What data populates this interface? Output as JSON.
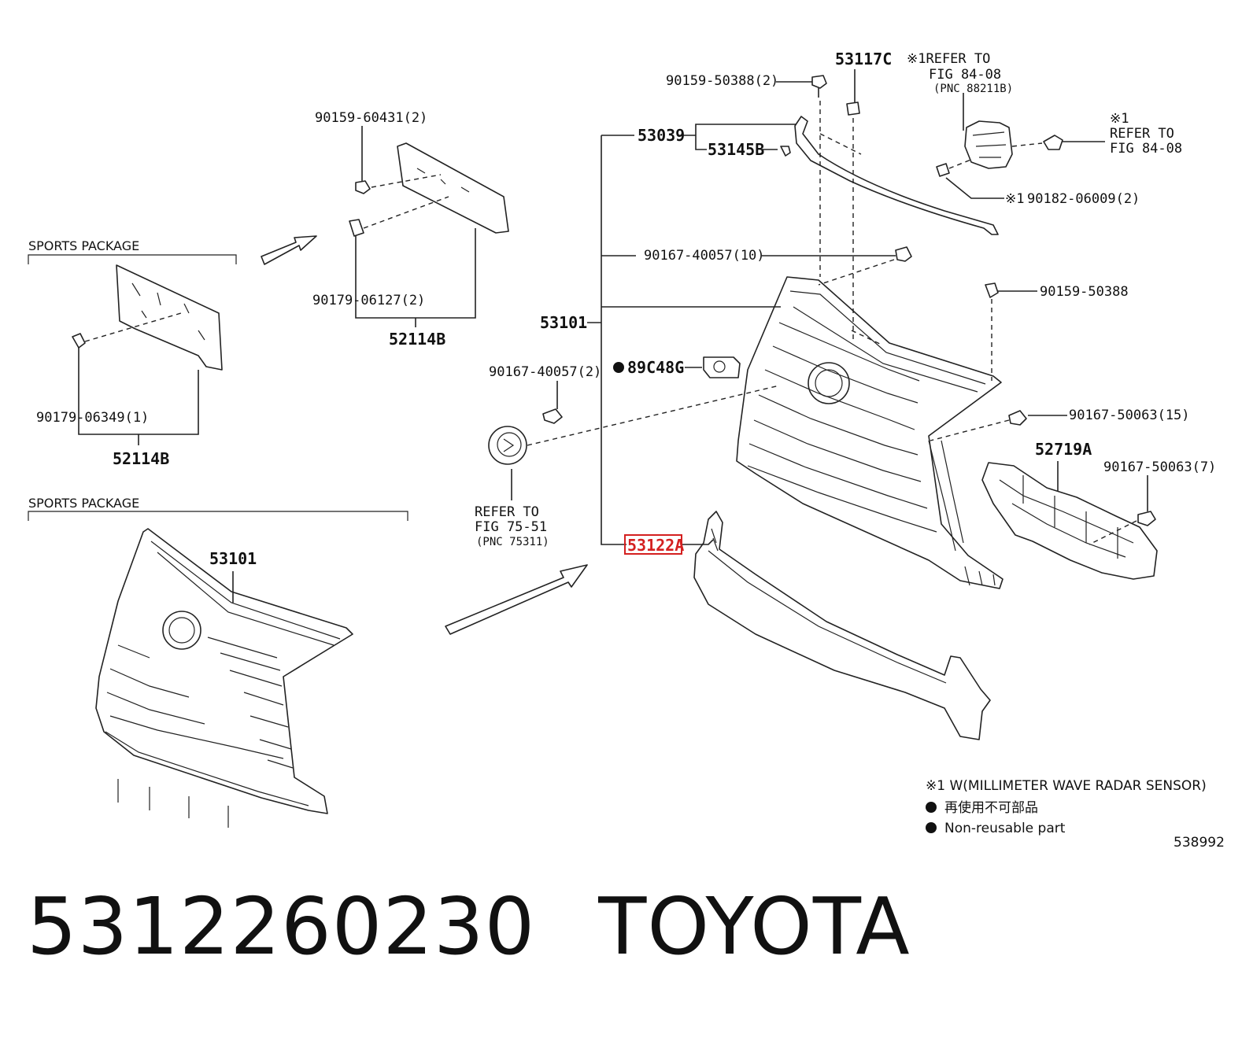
{
  "parts_diagram": {
    "headers": {
      "sports_package_top": "SPORTS PACKAGE",
      "sports_package_bottom": "SPORTS PACKAGE"
    },
    "labels": {
      "p90159_60431": "90159-60431(2)",
      "p90179_06127": "90179-06127(2)",
      "p52114b_upper": "52114B",
      "p90179_06349": "90179-06349(1)",
      "p52114b_lower": "52114B",
      "p53101_sports": "53101",
      "p90159_50388_2": "90159-50388(2)",
      "p53117c": "53117C",
      "p53039": "53039",
      "p53145b": "53145B",
      "p90167_40057_10": "90167-40057(10)",
      "p53101": "53101",
      "p90167_40057_2": "90167-40057(2)",
      "p89c48g": "89C48G",
      "p53122a": "53122A",
      "p90159_50388": "90159-50388",
      "p90167_50063_15": "90167-50063(15)",
      "p52719a": "52719A",
      "p90167_50063_7": "90167-50063(7)",
      "p90182_06009": "90182-06009(2)",
      "p90182_06009_mark": "※1"
    },
    "refs": {
      "top": [
        "※1REFER TO",
        "FIG 84-08",
        "(PNC 88211B)"
      ],
      "right": [
        "※1",
        "REFER TO",
        "FIG 84-08"
      ],
      "emblem": [
        "REFER TO",
        "FIG 75-51",
        "(PNC 75311)"
      ]
    },
    "notes": {
      "line1": "※1 W(MILLIMETER WAVE RADAR SENSOR)",
      "line2": "再使用不可部品",
      "line3": "Non-reusable part",
      "illustration_number": "538992"
    }
  },
  "product": {
    "part_number": "5312260230",
    "brand": "TOYOTA"
  },
  "colors": {
    "highlight": "#d42020",
    "line": "#222222"
  }
}
